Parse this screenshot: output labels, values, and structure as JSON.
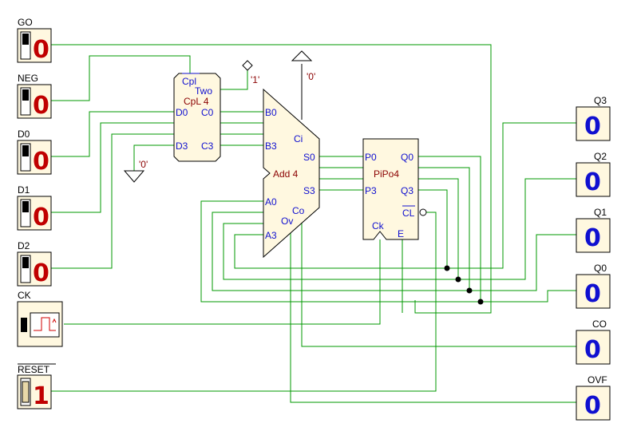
{
  "inputs": {
    "go": {
      "label": "GO",
      "value": "0"
    },
    "neg": {
      "label": "NEG",
      "value": "0"
    },
    "d0": {
      "label": "D0",
      "value": "0"
    },
    "d1": {
      "label": "D1",
      "value": "0"
    },
    "d2": {
      "label": "D2",
      "value": "0"
    },
    "ck": {
      "label": "CK"
    },
    "reset": {
      "label": "RESET",
      "value": "1"
    }
  },
  "outputs": {
    "q3": {
      "label": "Q3",
      "value": "0"
    },
    "q2": {
      "label": "Q2",
      "value": "0"
    },
    "q1": {
      "label": "Q1",
      "value": "0"
    },
    "q0": {
      "label": "Q0",
      "value": "0"
    },
    "co": {
      "label": "CO",
      "value": "0"
    },
    "ovf": {
      "label": "OVF",
      "value": "0"
    }
  },
  "constants": {
    "one": "'1'",
    "zero_cpl": "'0'",
    "zero_add": "'0'"
  },
  "cpl": {
    "title": "Cpl",
    "name": "CpL 4",
    "two": "Two",
    "d0": "D0",
    "c0": "C0",
    "d3": "D3",
    "c3": "C3"
  },
  "adder": {
    "name": "Add 4",
    "b0": "B0",
    "b3": "B3",
    "ci": "Ci",
    "s0": "S0",
    "s3": "S3",
    "a0": "A0",
    "a3": "A3",
    "co": "Co",
    "ov": "Ov"
  },
  "reg": {
    "name": "PiPo4",
    "p0": "P0",
    "p3": "P3",
    "q0": "Q0",
    "q3": "Q3",
    "cl": "CL",
    "ck": "Ck",
    "e": "E"
  }
}
